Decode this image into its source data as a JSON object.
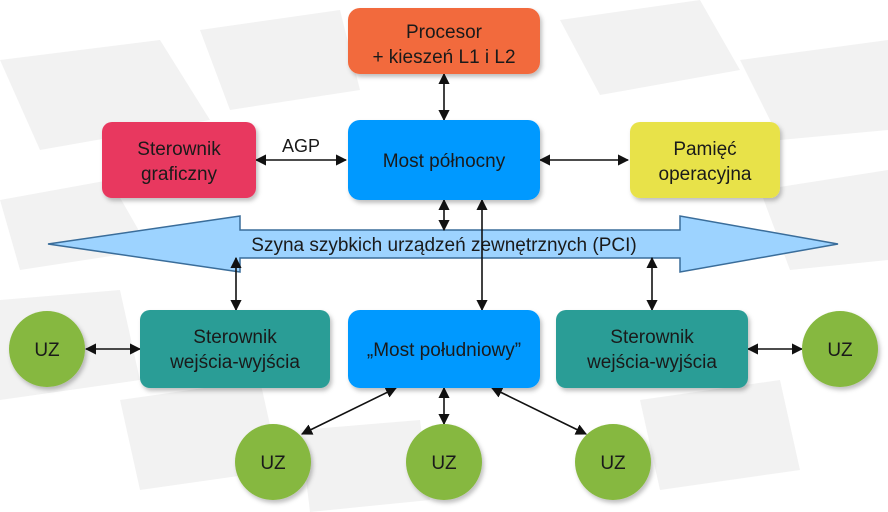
{
  "colors": {
    "processor": "#f26a3d",
    "north_bridge": "#0099ff",
    "south_bridge": "#0099ff",
    "graphics": "#e8385f",
    "memory": "#e8e24a",
    "io": "#2a9d96",
    "uz": "#86b83f",
    "bus_fill": "#9dd3ff",
    "bus_stroke": "#3a6d9a",
    "arrow": "#111111"
  },
  "nodes": {
    "processor": {
      "line1": "Procesor",
      "line2": "+ kieszeń L1 i L2"
    },
    "north_bridge": {
      "label": "Most północny"
    },
    "graphics": {
      "line1": "Sterownik",
      "line2": "graficzny"
    },
    "memory": {
      "line1": "Pamięć",
      "line2": "operacyjna"
    },
    "south_bridge": {
      "label": "„Most południowy”"
    },
    "io_left": {
      "line1": "Sterownik",
      "line2": "wejścia-wyjścia"
    },
    "io_right": {
      "line1": "Sterownik",
      "line2": "wejścia-wyjścia"
    },
    "uz": [
      "UZ",
      "UZ",
      "UZ",
      "UZ",
      "UZ"
    ]
  },
  "bus": {
    "label": "Szyna szybkich urządzeń zewnętrznych (PCI)"
  },
  "links": {
    "agp_label": "AGP"
  }
}
